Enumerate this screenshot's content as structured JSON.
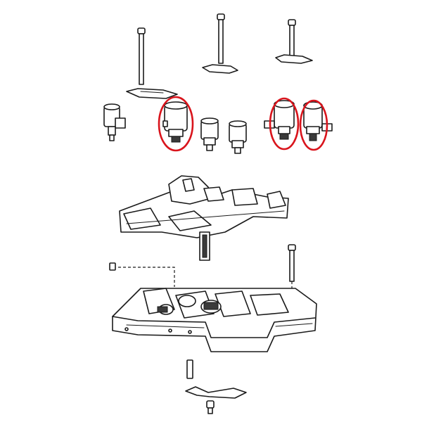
{
  "diagram": {
    "highlight_color": "#d9141c",
    "line_color": "#1a1a1a",
    "highlighted_parts": [
      "solenoid-2",
      "solenoid-5",
      "solenoid-6"
    ]
  }
}
